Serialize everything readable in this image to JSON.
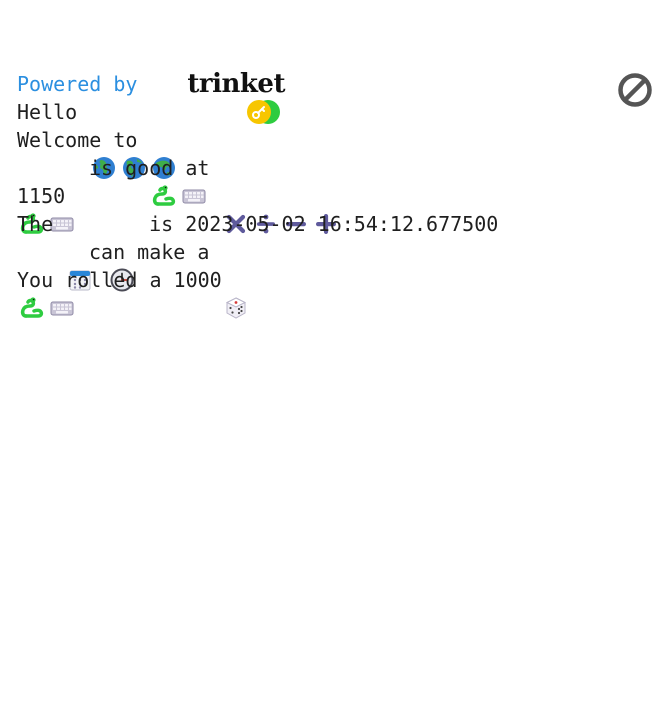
{
  "powered": {
    "label": "Powered by",
    "brand": "trinket"
  },
  "colors": {
    "link": "#2b8fe0",
    "math_op": "#5f5a9c",
    "snake": "#2ecc40",
    "stop_icon": "#555555"
  },
  "console": {
    "line1": {
      "text": "Hello",
      "icons": [
        "globe-africa-icon",
        "globe-americas-icon",
        "globe-asia-icon"
      ]
    },
    "line2": {
      "text": "Welcome to",
      "icons": [
        "snake-icon",
        "keyboard-icon"
      ]
    },
    "line3": {
      "text": "is good at",
      "icons": [
        "snake-icon",
        "keyboard-icon",
        "multiply-icon",
        "divide-icon",
        "minus-icon",
        "plus-icon"
      ]
    },
    "line4": {
      "text": "1150"
    },
    "line5": {
      "pre": "The",
      "mid": "is",
      "post": "2023-05-02 16:54:12.677500",
      "icons": [
        "calendar-icon",
        "clock-icon"
      ]
    },
    "line6": {
      "text": "can make a",
      "icons": [
        "snake-icon",
        "keyboard-icon",
        "die-icon"
      ]
    },
    "line7": {
      "text": "You rolled a 1000"
    }
  },
  "stop_button": {
    "icon": "stop-icon"
  }
}
